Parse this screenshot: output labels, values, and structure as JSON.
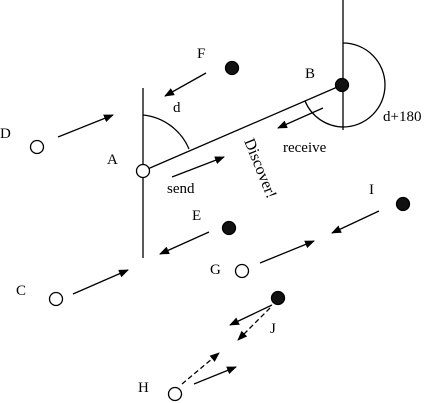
{
  "diagram": {
    "nodes": [
      {
        "id": "A",
        "label": "A",
        "filled": false
      },
      {
        "id": "B",
        "label": "B",
        "filled": true
      },
      {
        "id": "C",
        "label": "C",
        "filled": false
      },
      {
        "id": "D",
        "label": "D",
        "filled": false
      },
      {
        "id": "E",
        "label": "E",
        "filled": true
      },
      {
        "id": "F",
        "label": "F",
        "filled": true
      },
      {
        "id": "G",
        "label": "G",
        "filled": false
      },
      {
        "id": "H",
        "label": "H",
        "filled": false
      },
      {
        "id": "I",
        "label": "I",
        "filled": true
      },
      {
        "id": "J",
        "label": "J",
        "filled": true
      }
    ],
    "annotations": {
      "angle_a": "d",
      "angle_b": "d+180",
      "send": "send",
      "receive": "receive",
      "discover": "Discover!"
    }
  }
}
